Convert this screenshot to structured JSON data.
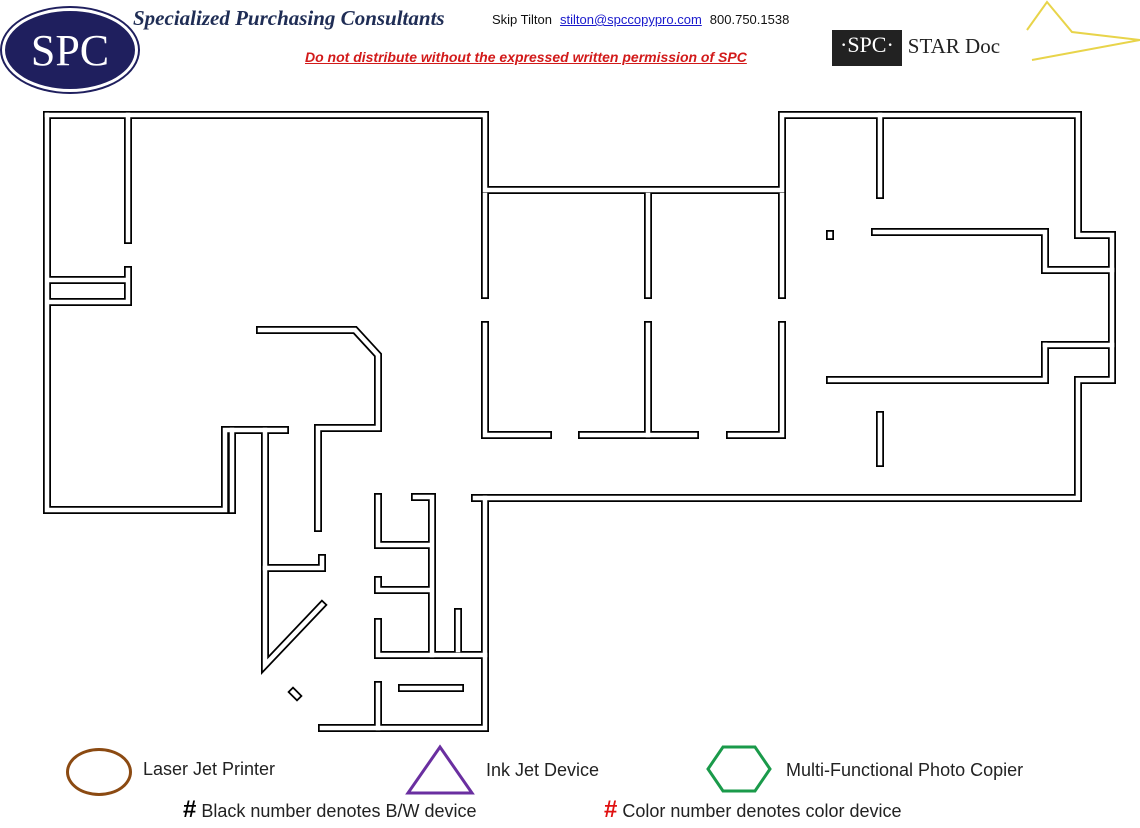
{
  "header": {
    "logo_text": "SPC",
    "company": "Specialized Purchasing Consultants",
    "contact_name": "Skip Tilton",
    "email": "stilton@spccopypro.com",
    "phone": "800.750.1538",
    "warning": "Do not distribute without the expressed written permission of SPC",
    "star_logo_left": "·SPC·",
    "star_logo_right": "STAR Doc"
  },
  "legend": {
    "laser": {
      "label": "Laser Jet Printer",
      "color": "#8b4a12"
    },
    "inkjet": {
      "label": "Ink Jet Device",
      "color": "#6a2fa0"
    },
    "mfp": {
      "label": "Multi-Functional Photo Copier",
      "color": "#1a9a4a"
    },
    "bw_symbol": "#",
    "bw_label": "Black number denotes B/W device",
    "color_symbol": "#",
    "color_label": "Color number denotes color device",
    "color_symbol_color": "#e01010"
  }
}
